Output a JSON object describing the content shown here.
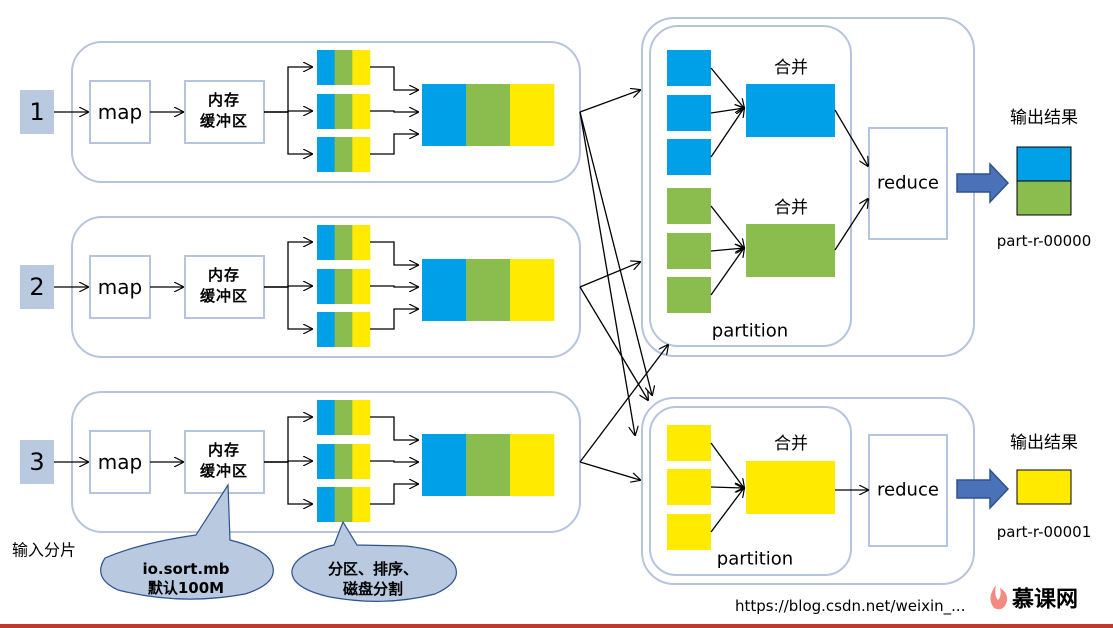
{
  "colors": {
    "blue": "#00a0e9",
    "green": "#8bbd4e",
    "yellow": "#ffea00",
    "stroke": "#b7c4de",
    "input_box": "#b8c9e0",
    "arrow_fill": "#4a72b8",
    "arrow_stroke": "#2e528f"
  },
  "inputs": [
    "1",
    "2",
    "3"
  ],
  "map_label": "map",
  "buffer_label": [
    "内存",
    "缓冲区"
  ],
  "input_split_label": "输入分片",
  "callouts": {
    "sort_mb": [
      "io.sort.mb",
      "默认100M"
    ],
    "spill": [
      "分区、排序、",
      "磁盘分割"
    ]
  },
  "reducers": [
    {
      "merge_labels": [
        "合并",
        "合并"
      ],
      "partition_label": "partition",
      "reduce_label": "reduce",
      "output_title": "输出结果",
      "output_file": "part-r-00000"
    },
    {
      "merge_labels": [
        "合并"
      ],
      "partition_label": "partition",
      "reduce_label": "reduce",
      "output_title": "输出结果",
      "output_file": "part-r-00001"
    }
  ],
  "watermark": "https://blog.csdn.net/weixin_...",
  "logo_text": "慕课网"
}
